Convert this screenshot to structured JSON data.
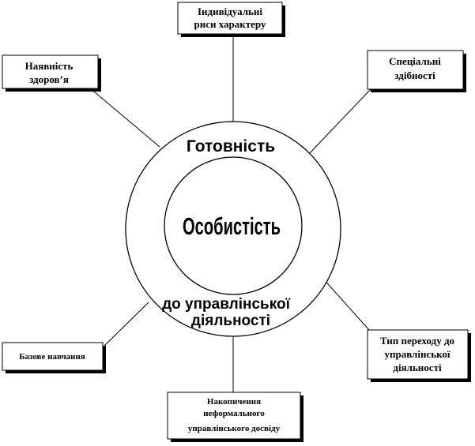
{
  "center": {
    "core_label": "Особистість",
    "ring_top_label": "Готовність",
    "ring_bottom_line1": "до управлінської",
    "ring_bottom_line2": "діяльності"
  },
  "factors": {
    "top": {
      "line1": "Індивідуальні",
      "line2": "риси характеру"
    },
    "top_left": {
      "line1": "Наявність",
      "line2": "здоров’я"
    },
    "top_right": {
      "line1": "Спеціальні",
      "line2": "здібності"
    },
    "bottom_left": {
      "line1": "Базове навчання"
    },
    "bottom_right": {
      "line1": "Тип переходу до",
      "line2": "управлінської",
      "line3": "діяльності"
    },
    "bottom": {
      "line1": "Накопичення",
      "line2": "неформального",
      "line3": "управлінського досвіду"
    }
  },
  "colors": {
    "stroke": "#000000",
    "shadow": "#000000",
    "background": "#ffffff"
  }
}
